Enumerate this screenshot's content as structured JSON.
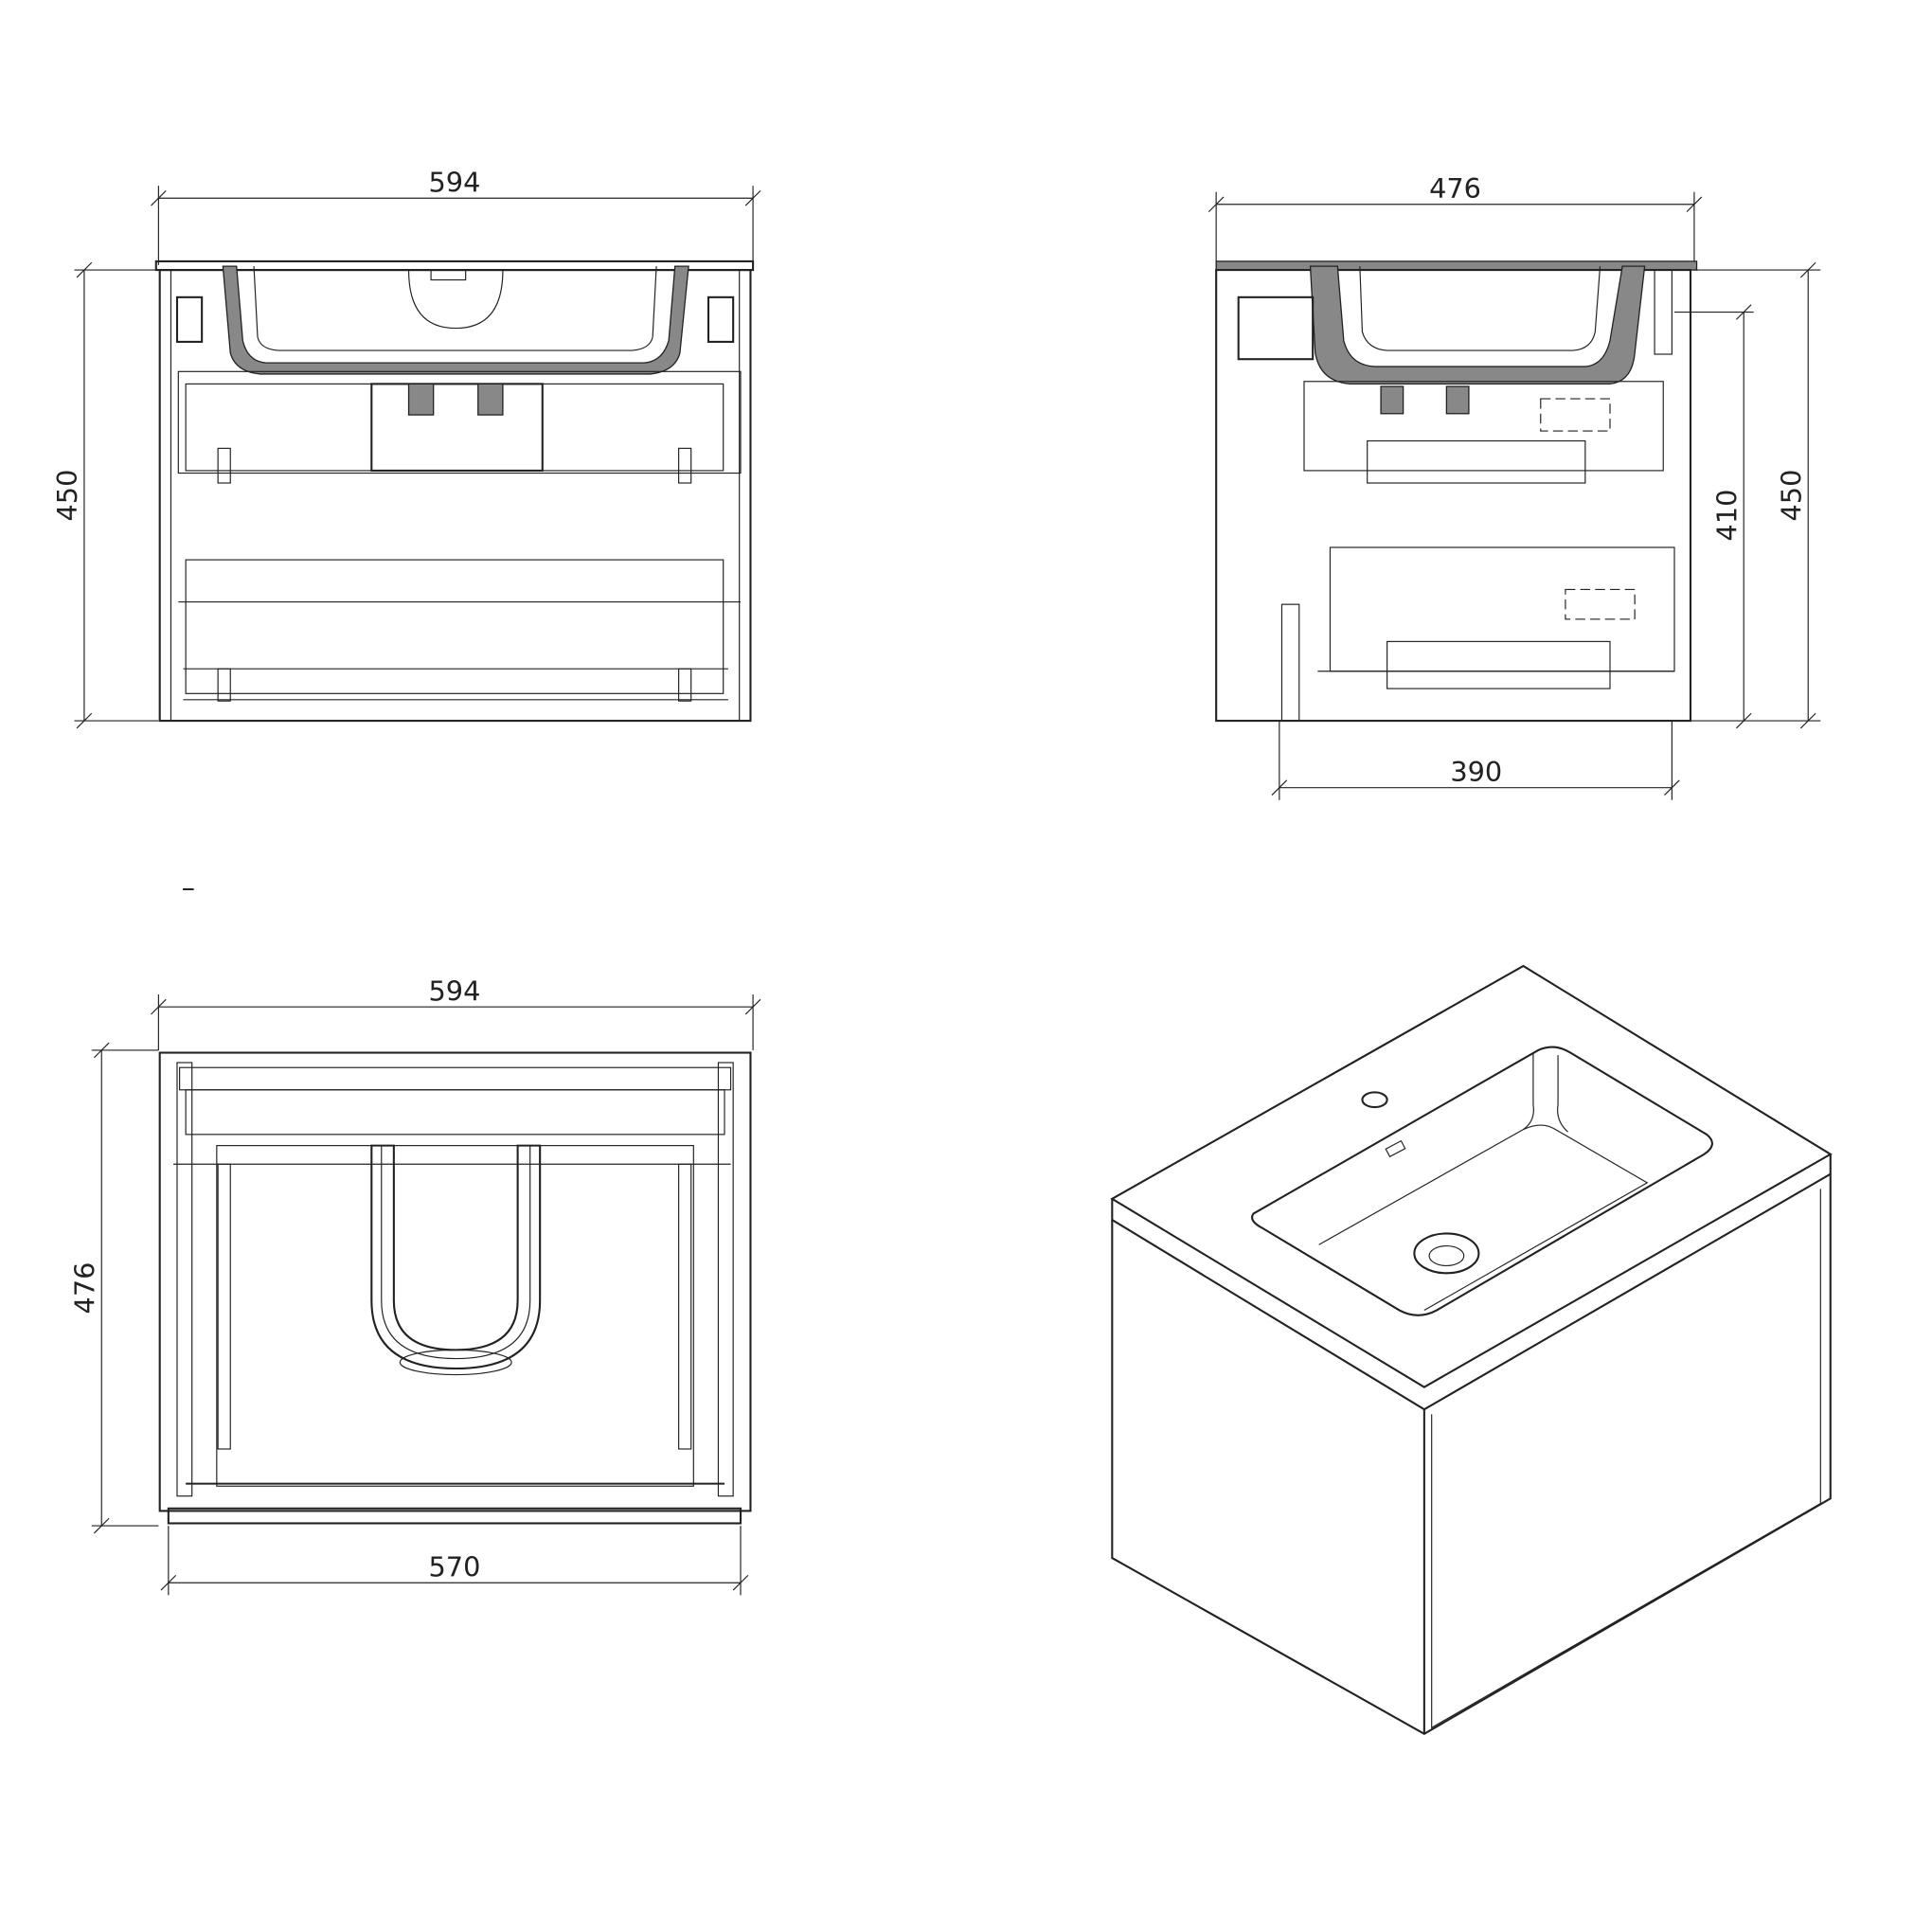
{
  "front_view": {
    "width": "594",
    "height": "450"
  },
  "side_view": {
    "depth": "476",
    "height": "450",
    "inner_height": "410",
    "inner_depth": "390"
  },
  "top_view": {
    "width": "594",
    "depth": "476",
    "inner_width": "570"
  },
  "stray_mark": "–",
  "colors": {
    "line": "#222222",
    "background": "#ffffff"
  }
}
